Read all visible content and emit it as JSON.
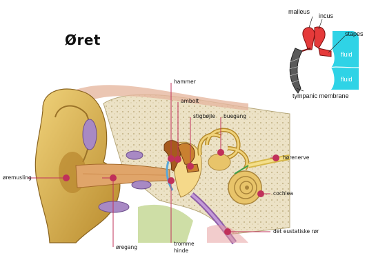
{
  "title": "Øret",
  "labels": {
    "hammer": "hammer",
    "ambolt": "ambolt",
    "stigbojle": "stigbøjle",
    "buegang": "buegang",
    "horenerve": "hørenerve",
    "oremusling": "øremusling",
    "cochlea": "cochlea",
    "eustatiske": "det eustatiske rør",
    "oregang": "øregang",
    "tromme_line1": "tromme",
    "tromme_line2": "hinde"
  },
  "inset": {
    "malleus": "malleus",
    "incus": "incus",
    "stapes": "stapes",
    "fluid_top": "fluid",
    "fluid_bottom": "fluid",
    "tympanic": "tympanic membrane"
  },
  "marker_glyph": "❸",
  "colors": {
    "pointer": "#c0305a",
    "ear_skin": "#d9b55a",
    "bone": "#efe7cf",
    "ossicle": "#e53a3a",
    "inset_fluid": "#2fd3e6"
  }
}
